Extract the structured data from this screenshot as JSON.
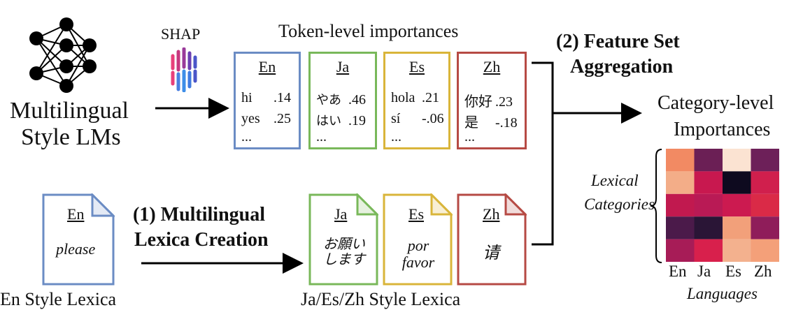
{
  "models": {
    "title_line1": "Multilingual",
    "title_line2": "Style LMs"
  },
  "shap": {
    "label": "SHAP"
  },
  "token_level": {
    "title": "Token-level importances"
  },
  "token_boxes": [
    {
      "lang": "En",
      "color": "#6b8cc4",
      "rows": [
        {
          "word": "hi",
          "score": ".14"
        },
        {
          "word": "yes",
          "score": ".25"
        }
      ],
      "more": "..."
    },
    {
      "lang": "Ja",
      "color": "#79b85a",
      "rows": [
        {
          "word": "やあ",
          "score": ".46"
        },
        {
          "word": "はい",
          "score": ".19"
        }
      ],
      "more": "..."
    },
    {
      "lang": "Es",
      "color": "#d9b53a",
      "rows": [
        {
          "word": "hola",
          "score": ".21"
        },
        {
          "word": "sí",
          "score": "-.06"
        }
      ],
      "more": "..."
    },
    {
      "lang": "Zh",
      "color": "#b64a44",
      "rows": [
        {
          "word": "你好",
          "score": ".23"
        },
        {
          "word": "是",
          "score": "-.18"
        }
      ],
      "more": "..."
    }
  ],
  "step2": {
    "line1": "(2) Feature Set",
    "line2": "Aggregation"
  },
  "step1": {
    "line1": "(1) Multilingual",
    "line2": "Lexica Creation"
  },
  "en_doc": {
    "lang": "En",
    "word": "please",
    "caption": "En Style Lexica",
    "color": "#6b8cc4"
  },
  "docs": [
    {
      "lang": "Ja",
      "word": "お願い します",
      "color": "#79b85a"
    },
    {
      "lang": "Es",
      "word": "por favor",
      "color": "#d9b53a"
    },
    {
      "lang": "Zh",
      "word": "请",
      "color": "#b64a44"
    }
  ],
  "docs_caption": "Ja/Es/Zh Style Lexica",
  "category": {
    "title_line1": "Category-level",
    "title_line2": "Importances",
    "row_label_line1": "Lexical",
    "row_label_line2": "Categories",
    "x_labels": [
      "En",
      "Ja",
      "Es",
      "Zh"
    ],
    "x_title": "Languages"
  },
  "chart_data": {
    "type": "heatmap",
    "rows": 5,
    "cols": 4,
    "x_categories": [
      "En",
      "Ja",
      "Es",
      "Zh"
    ],
    "xlabel": "Languages",
    "ylabel": "Lexical Categories",
    "cell_colors": [
      [
        "#f28a63",
        "#6b1f55",
        "#fbe3d2",
        "#6d2059"
      ],
      [
        "#f3ad88",
        "#c8184f",
        "#0e0a1f",
        "#d01f4d"
      ],
      [
        "#c1194f",
        "#b91a55",
        "#cc1a50",
        "#da2a47"
      ],
      [
        "#4b1a4a",
        "#2a1536",
        "#f2a07a",
        "#8f1d5a"
      ],
      [
        "#a71c57",
        "#d8204c",
        "#f3b18e",
        "#f4a079"
      ]
    ]
  }
}
